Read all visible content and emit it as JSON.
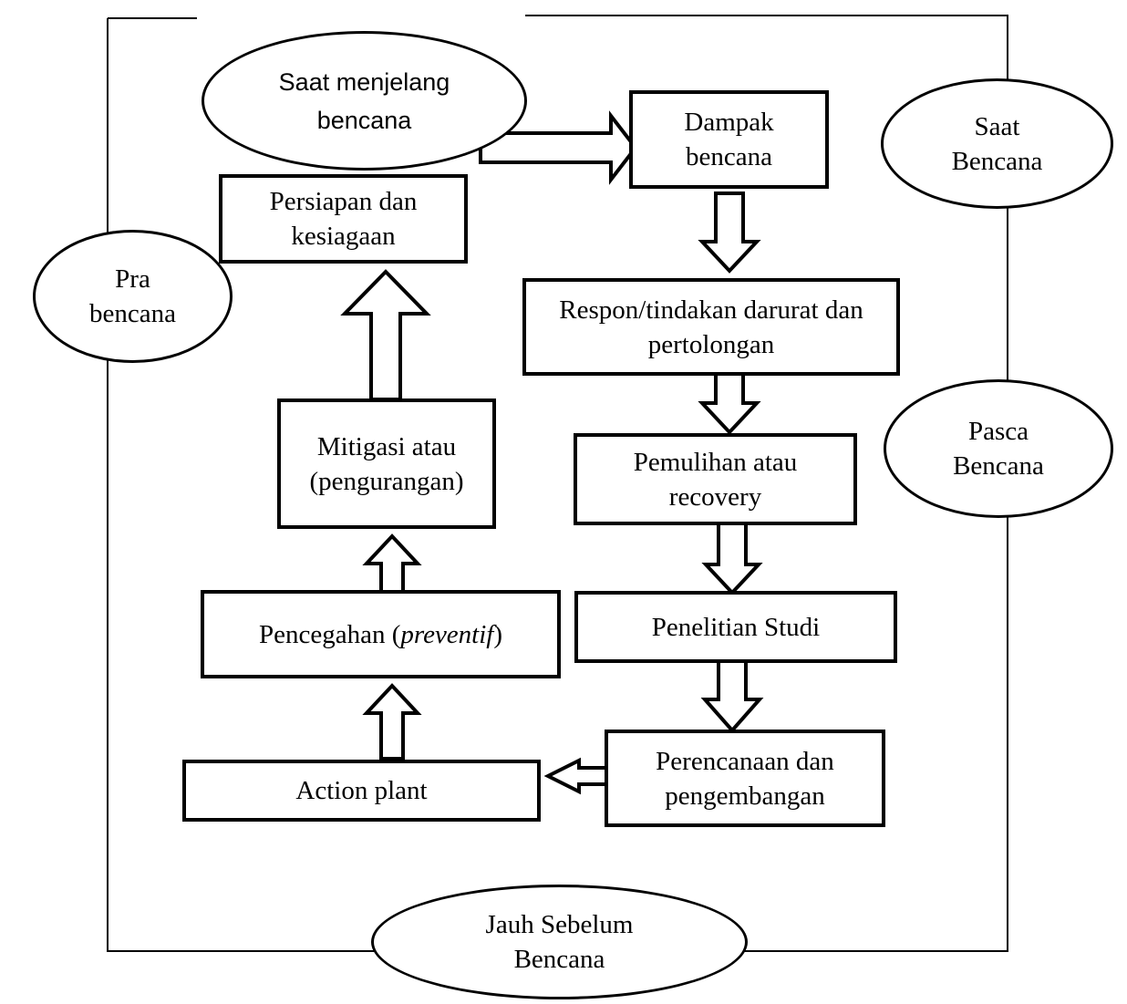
{
  "nodes": {
    "saat_menjelang": "Saat menjelang bencana",
    "dampak": "Dampak bencana",
    "saat_bencana": "Saat Bencana",
    "persiapan": "Persiapan dan kesiagaan",
    "pra_bencana": "Pra bencana",
    "respon": "Respon/tindakan darurat dan pertolongan",
    "pasca_bencana": "Pasca Bencana",
    "mitigasi": "Mitigasi atau (pengurangan)",
    "pemulihan": "Pemulihan atau recovery",
    "pencegahan_prefix": "Pencegahan (",
    "pencegahan_em": "preventif",
    "pencegahan_suffix": ")",
    "penelitian": "Penelitian Studi",
    "action_plant": "Action plant",
    "perencanaan": "Perencanaan dan pengembangan",
    "jauh_sebelum": "Jauh Sebelum Bencana"
  },
  "colors": {
    "stroke": "#000000",
    "fill": "#ffffff"
  }
}
